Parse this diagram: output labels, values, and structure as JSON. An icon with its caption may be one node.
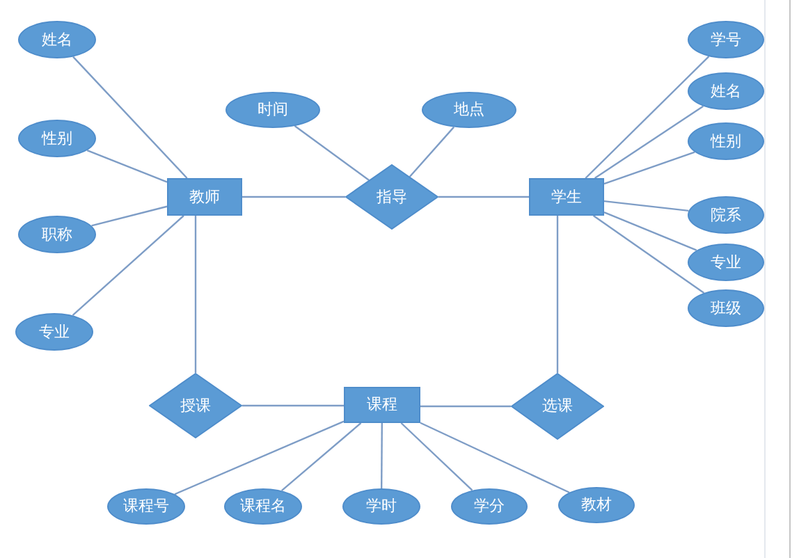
{
  "diagram": {
    "nodes": [
      {
        "text": [
          "姓名"
        ]
      },
      {
        "text": [
          "学号"
        ]
      },
      {
        "text": [
          "姓名"
        ]
      },
      {
        "text": [
          "时间"
        ]
      },
      {
        "text": [
          "地点"
        ]
      },
      {
        "text": [
          "性别"
        ]
      },
      {
        "text": [
          "性别"
        ]
      },
      {
        "text": [
          "教师"
        ]
      },
      {
        "text": [
          "指导"
        ]
      },
      {
        "text": [
          "学生"
        ]
      },
      {
        "text": [
          "院系"
        ]
      },
      {
        "text": [
          "职称"
        ]
      },
      {
        "text": [
          "专业"
        ]
      },
      {
        "text": [
          "班级"
        ]
      },
      {
        "text": [
          "专业"
        ]
      },
      {
        "text": [
          "授课"
        ]
      },
      {
        "text": [
          "课程"
        ]
      },
      {
        "text": [
          "选课"
        ]
      },
      {
        "text": [
          "课程号"
        ]
      },
      {
        "text": [
          "课程名"
        ]
      },
      {
        "text": [
          "学时"
        ]
      },
      {
        "text": [
          "学分"
        ]
      },
      {
        "text": [
          "教材"
        ]
      }
    ],
    "edges": [
      {
        "from": 0,
        "to": 7,
        "arrow": "none"
      },
      {
        "from": 5,
        "to": 7,
        "arrow": "none"
      },
      {
        "from": 11,
        "to": 7,
        "arrow": "none"
      },
      {
        "from": 14,
        "to": 7,
        "arrow": "none"
      },
      {
        "from": 7,
        "to": 8,
        "arrow": "none"
      },
      {
        "from": 3,
        "to": 8,
        "arrow": "none"
      },
      {
        "from": 4,
        "to": 8,
        "arrow": "none"
      },
      {
        "from": 8,
        "to": 9,
        "arrow": "none"
      },
      {
        "from": 1,
        "to": 9,
        "arrow": "none"
      },
      {
        "from": 2,
        "to": 9,
        "arrow": "none"
      },
      {
        "from": 6,
        "to": 9,
        "arrow": "none"
      },
      {
        "from": 10,
        "to": 9,
        "arrow": "none"
      },
      {
        "from": 12,
        "to": 9,
        "arrow": "none"
      },
      {
        "from": 13,
        "to": 9,
        "arrow": "none"
      },
      {
        "from": 7,
        "to": 15,
        "arrow": "none"
      },
      {
        "from": 15,
        "to": 16,
        "arrow": "none"
      },
      {
        "from": 16,
        "to": 17,
        "arrow": "none"
      },
      {
        "from": 17,
        "to": 9,
        "arrow": "none"
      },
      {
        "from": 18,
        "to": 16,
        "arrow": "none"
      },
      {
        "from": 19,
        "to": 16,
        "arrow": "none"
      },
      {
        "from": 20,
        "to": 16,
        "arrow": "none"
      },
      {
        "from": 21,
        "to": 16,
        "arrow": "none"
      },
      {
        "from": 22,
        "to": 16,
        "arrow": "none"
      }
    ]
  }
}
